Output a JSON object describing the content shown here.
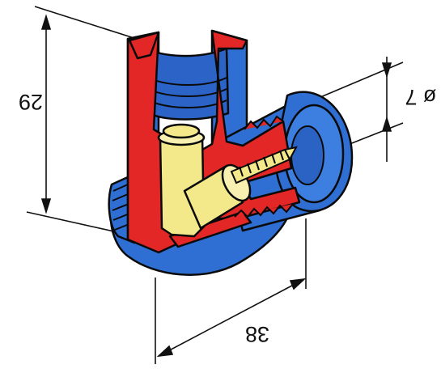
{
  "figure": {
    "dimensions": {
      "height": "29",
      "width": "38",
      "diameter": "ø 7"
    },
    "colors": {
      "housing": "#2f6fd3",
      "housing_dark": "#163f86",
      "section": "#e32626",
      "fitting": "#f3e98b",
      "outline": "#0a0a0a",
      "background": "#ffffff"
    }
  }
}
